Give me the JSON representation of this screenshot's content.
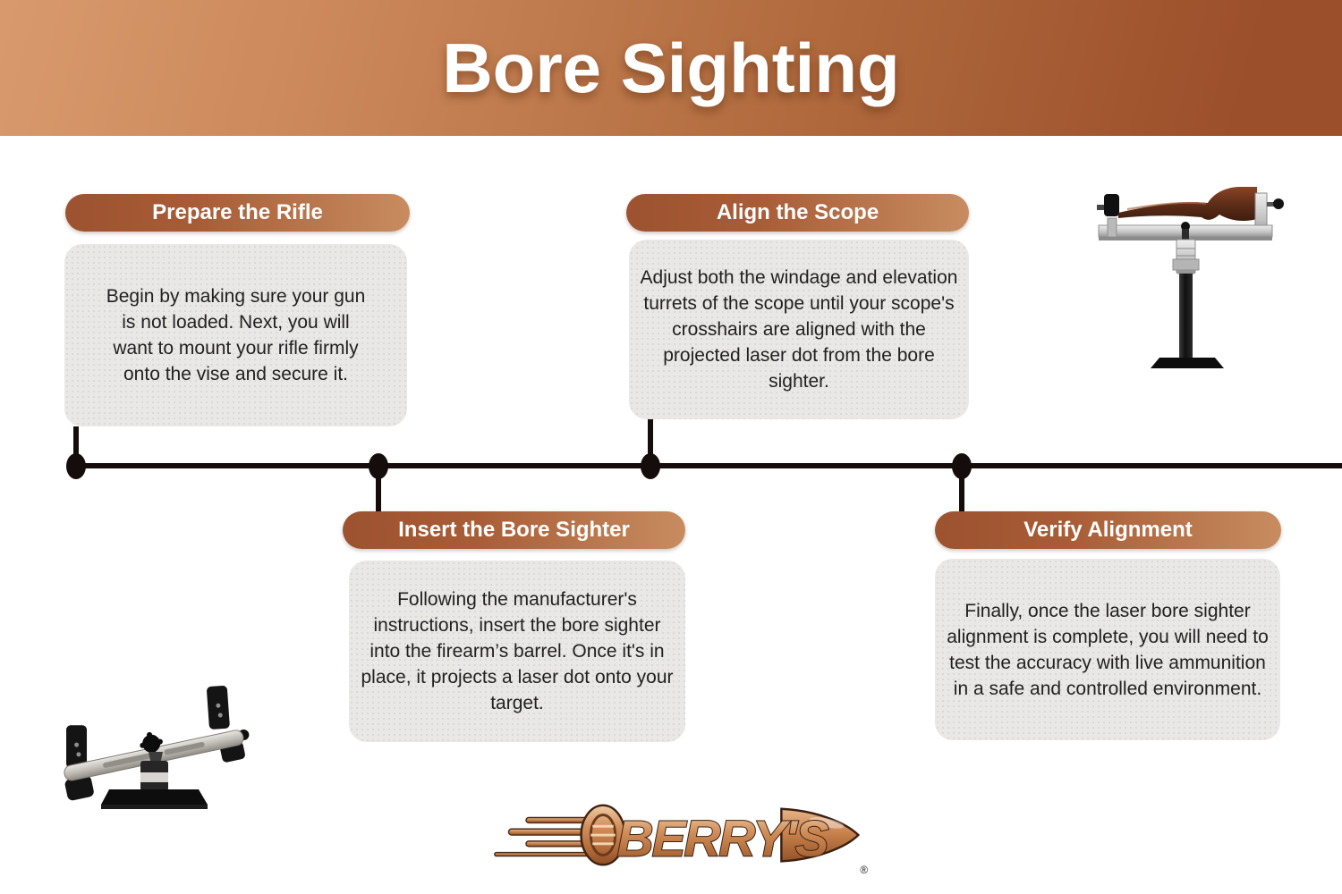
{
  "banner": {
    "title": "Bore Sighting"
  },
  "steps": [
    {
      "label": "Prepare the Rifle",
      "text": "Begin by making sure your gun is not loaded. Next, you will want to mount your rifle firmly onto the vise and secure it."
    },
    {
      "label": "Align the Scope",
      "text": "Adjust both the windage and elevation turrets of the scope until your scope's crosshairs are aligned with the projected laser dot from the bore sighter."
    },
    {
      "label": "Insert the Bore Sighter",
      "text": "Following the manufacturer's instructions, insert the bore sighter into the firearm’s barrel. Once it's in place, it projects a laser dot onto your target."
    },
    {
      "label": "Verify Alignment",
      "text": "Finally, once the laser bore sighter alignment is complete, you will need to test the accuracy with live ammunition in a safe and controlled environment."
    }
  ],
  "logo": {
    "brand": "BERRY'S",
    "registered_mark": "®"
  },
  "illustrations": {
    "pedestal_vise": "rifle-stock-on-pedestal-gun-vise",
    "clamp_vise": "dual-clamp-gun-vise"
  },
  "colors": {
    "banner_gradient_start": "#d89a6d",
    "banner_gradient_end": "#9c4f2b",
    "pill_gradient_start": "#9d5230",
    "pill_gradient_end": "#c88c60",
    "card_background": "#eae8e6",
    "timeline": "#150d0b",
    "title_text": "#ffffff",
    "body_text": "#232021",
    "logo_copper": "#c98a5e"
  }
}
